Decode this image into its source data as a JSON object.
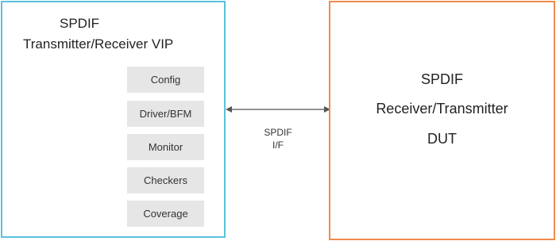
{
  "vip": {
    "title_line1": "SPDIF",
    "title_line2": "Transmitter/Receiver VIP",
    "components": [
      "Config",
      "Driver/BFM",
      "Monitor",
      "Checkers",
      "Coverage"
    ]
  },
  "interface": {
    "line1": "SPDIF",
    "line2": "I/F"
  },
  "dut": {
    "line1": "SPDIF",
    "line2": "Receiver/Transmitter",
    "line3": "DUT"
  },
  "colors": {
    "vip_border": "#5bc0de",
    "dut_border": "#f08a4b",
    "component_fill": "#e6e6e6",
    "arrow": "#555555"
  }
}
